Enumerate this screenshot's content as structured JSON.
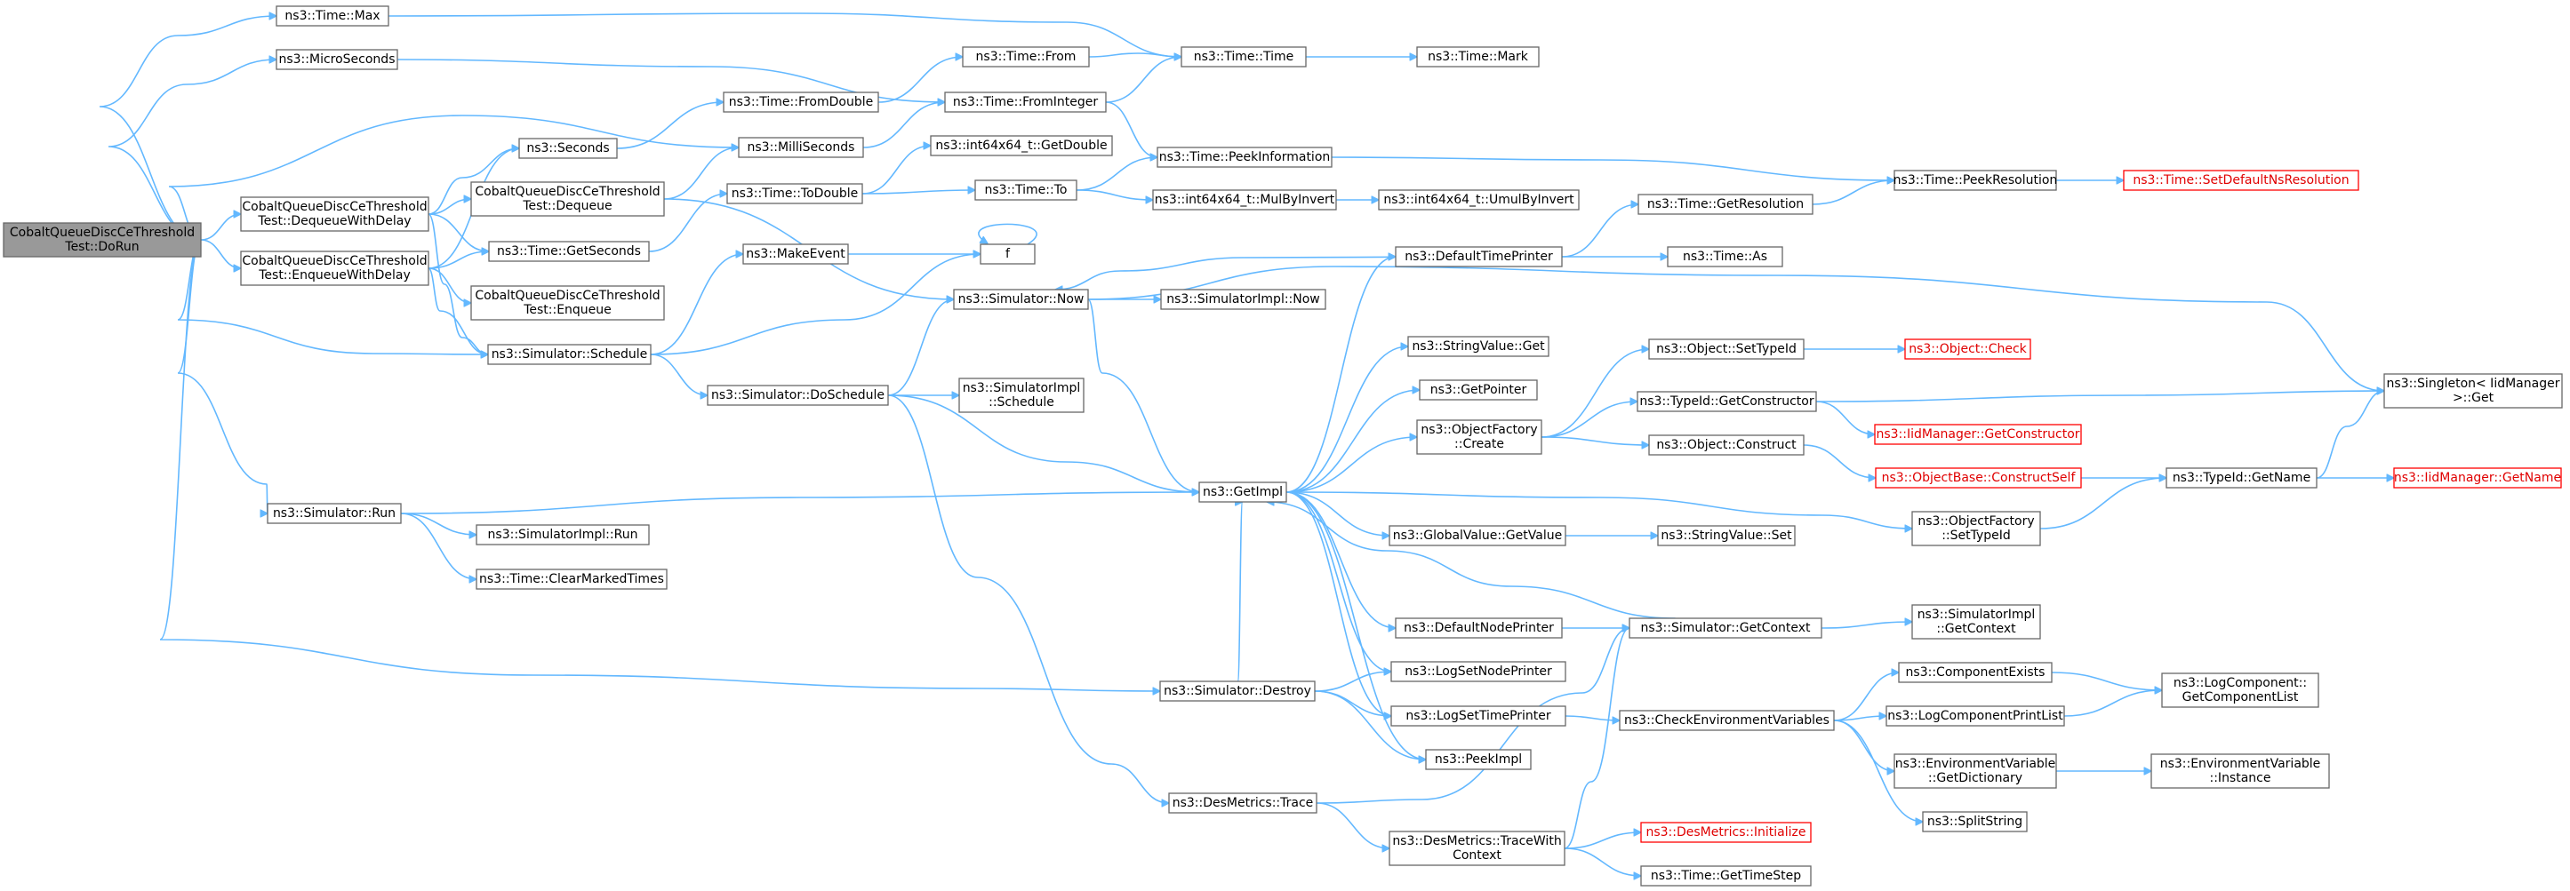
{
  "colors": {
    "edge": "#63b8ff",
    "root_fill": "#999999",
    "node_border": "#666666",
    "truncated_border": "#ff0000"
  },
  "nodes": [
    {
      "id": "root",
      "lines": [
        "CobaltQueueDiscCeThreshold",
        "Test::DoRun"
      ],
      "root": true
    },
    {
      "id": "max",
      "lines": [
        "ns3::Time::Max"
      ]
    },
    {
      "id": "micro",
      "lines": [
        "ns3::MicroSeconds"
      ]
    },
    {
      "id": "deqDelay",
      "lines": [
        "CobaltQueueDiscCeThreshold",
        "Test::DequeueWithDelay"
      ]
    },
    {
      "id": "enqDelay",
      "lines": [
        "CobaltQueueDiscCeThreshold",
        "Test::EnqueueWithDelay"
      ]
    },
    {
      "id": "simRun",
      "lines": [
        "ns3::Simulator::Run"
      ]
    },
    {
      "id": "seconds",
      "lines": [
        "ns3::Seconds"
      ]
    },
    {
      "id": "deq",
      "lines": [
        "CobaltQueueDiscCeThreshold",
        "Test::Dequeue"
      ]
    },
    {
      "id": "getSeconds",
      "lines": [
        "ns3::Time::GetSeconds"
      ]
    },
    {
      "id": "enq",
      "lines": [
        "CobaltQueueDiscCeThreshold",
        "Test::Enqueue"
      ]
    },
    {
      "id": "schedule",
      "lines": [
        "ns3::Simulator::Schedule"
      ]
    },
    {
      "id": "implRun",
      "lines": [
        "ns3::SimulatorImpl::Run"
      ]
    },
    {
      "id": "clearMarked",
      "lines": [
        "ns3::Time::ClearMarkedTimes"
      ]
    },
    {
      "id": "fromDouble",
      "lines": [
        "ns3::Time::FromDouble"
      ]
    },
    {
      "id": "milli",
      "lines": [
        "ns3::MilliSeconds"
      ]
    },
    {
      "id": "toDouble",
      "lines": [
        "ns3::Time::ToDouble"
      ]
    },
    {
      "id": "makeEvent",
      "lines": [
        "ns3::MakeEvent"
      ]
    },
    {
      "id": "doSchedule",
      "lines": [
        "ns3::Simulator::DoSchedule"
      ]
    },
    {
      "id": "destroy",
      "lines": [
        "ns3::Simulator::Destroy"
      ]
    },
    {
      "id": "desTrace",
      "lines": [
        "ns3::DesMetrics::Trace"
      ]
    },
    {
      "id": "from",
      "lines": [
        "ns3::Time::From"
      ]
    },
    {
      "id": "fromInteger",
      "lines": [
        "ns3::Time::FromInteger"
      ]
    },
    {
      "id": "getDouble",
      "lines": [
        "ns3::int64x64_t::GetDouble"
      ]
    },
    {
      "id": "to",
      "lines": [
        "ns3::Time::To"
      ]
    },
    {
      "id": "f",
      "lines": [
        "f"
      ]
    },
    {
      "id": "now",
      "lines": [
        "ns3::Simulator::Now"
      ]
    },
    {
      "id": "implSchedule",
      "lines": [
        "ns3::SimulatorImpl",
        "::Schedule"
      ]
    },
    {
      "id": "timeTime",
      "lines": [
        "ns3::Time::Time"
      ]
    },
    {
      "id": "peekInfo",
      "lines": [
        "ns3::Time::PeekInformation"
      ]
    },
    {
      "id": "mulByInvert",
      "lines": [
        "ns3::int64x64_t::MulByInvert"
      ]
    },
    {
      "id": "implNow",
      "lines": [
        "ns3::SimulatorImpl::Now"
      ]
    },
    {
      "id": "getImpl",
      "lines": [
        "ns3::GetImpl"
      ]
    },
    {
      "id": "traceWithCtx",
      "lines": [
        "ns3::DesMetrics::TraceWith",
        "Context"
      ]
    },
    {
      "id": "mark",
      "lines": [
        "ns3::Time::Mark"
      ]
    },
    {
      "id": "umulByInvert",
      "lines": [
        "ns3::int64x64_t::UmulByInvert"
      ]
    },
    {
      "id": "defTimePrinter",
      "lines": [
        "ns3::DefaultTimePrinter"
      ]
    },
    {
      "id": "strValGet",
      "lines": [
        "ns3::StringValue::Get"
      ]
    },
    {
      "id": "getPointer",
      "lines": [
        "ns3::GetPointer"
      ]
    },
    {
      "id": "objFactCreate",
      "lines": [
        "ns3::ObjectFactory",
        "::Create"
      ]
    },
    {
      "id": "globalGetValue",
      "lines": [
        "ns3::GlobalValue::GetValue"
      ]
    },
    {
      "id": "defNodePrinter",
      "lines": [
        "ns3::DefaultNodePrinter"
      ]
    },
    {
      "id": "logSetNode",
      "lines": [
        "ns3::LogSetNodePrinter"
      ]
    },
    {
      "id": "logSetTime",
      "lines": [
        "ns3::LogSetTimePrinter"
      ]
    },
    {
      "id": "peekImpl",
      "lines": [
        "ns3::PeekImpl"
      ]
    },
    {
      "id": "getResolution",
      "lines": [
        "ns3::Time::GetResolution"
      ]
    },
    {
      "id": "timeAs",
      "lines": [
        "ns3::Time::As"
      ]
    },
    {
      "id": "objSetTypeId",
      "lines": [
        "ns3::Object::SetTypeId"
      ]
    },
    {
      "id": "typeIdGetCtor",
      "lines": [
        "ns3::TypeId::GetConstructor"
      ]
    },
    {
      "id": "objConstruct",
      "lines": [
        "ns3::Object::Construct"
      ]
    },
    {
      "id": "strValSet",
      "lines": [
        "ns3::StringValue::Set"
      ]
    },
    {
      "id": "getContext",
      "lines": [
        "ns3::Simulator::GetContext"
      ]
    },
    {
      "id": "checkEnv",
      "lines": [
        "ns3::CheckEnvironmentVariables"
      ]
    },
    {
      "id": "desInit",
      "lines": [
        "ns3::DesMetrics::Initialize"
      ],
      "truncated": true
    },
    {
      "id": "getTimeStep",
      "lines": [
        "ns3::Time::GetTimeStep"
      ]
    },
    {
      "id": "objCheck",
      "lines": [
        "ns3::Object::Check"
      ],
      "truncated": true
    },
    {
      "id": "iidGetCtor",
      "lines": [
        "ns3::IidManager::GetConstructor"
      ],
      "truncated": true
    },
    {
      "id": "objBaseConstruct",
      "lines": [
        "ns3::ObjectBase::ConstructSelf"
      ],
      "truncated": true
    },
    {
      "id": "objFactSetTypeId",
      "lines": [
        "ns3::ObjectFactory",
        "::SetTypeId"
      ]
    },
    {
      "id": "implGetContext",
      "lines": [
        "ns3::SimulatorImpl",
        "::GetContext"
      ]
    },
    {
      "id": "compExists",
      "lines": [
        "ns3::ComponentExists"
      ]
    },
    {
      "id": "logCompPrint",
      "lines": [
        "ns3::LogComponentPrintList"
      ]
    },
    {
      "id": "envGetDict",
      "lines": [
        "ns3::EnvironmentVariable",
        "::GetDictionary"
      ]
    },
    {
      "id": "splitString",
      "lines": [
        "ns3::SplitString"
      ]
    },
    {
      "id": "peekResolution",
      "lines": [
        "ns3::Time::PeekResolution"
      ]
    },
    {
      "id": "typeIdGetName",
      "lines": [
        "ns3::TypeId::GetName"
      ]
    },
    {
      "id": "logCompGetList",
      "lines": [
        "ns3::LogComponent::",
        "GetComponentList"
      ]
    },
    {
      "id": "envInstance",
      "lines": [
        "ns3::EnvironmentVariable",
        "::Instance"
      ]
    },
    {
      "id": "setDefNsRes",
      "lines": [
        "ns3::Time::SetDefaultNsResolution"
      ],
      "truncated": true
    },
    {
      "id": "singletonGet",
      "lines": [
        "ns3::Singleton< IidManager",
        ">::Get"
      ]
    },
    {
      "id": "iidGetName",
      "lines": [
        "ns3::IidManager::GetName"
      ],
      "truncated": true
    }
  ],
  "edges": [
    [
      "root",
      "max"
    ],
    [
      "root",
      "micro"
    ],
    [
      "root",
      "deqDelay"
    ],
    [
      "root",
      "enqDelay"
    ],
    [
      "root",
      "simRun"
    ],
    [
      "root",
      "milli"
    ],
    [
      "root",
      "schedule"
    ],
    [
      "root",
      "destroy"
    ],
    [
      "max",
      "timeTime"
    ],
    [
      "micro",
      "fromInteger"
    ],
    [
      "deqDelay",
      "seconds"
    ],
    [
      "deqDelay",
      "deq"
    ],
    [
      "deqDelay",
      "getSeconds"
    ],
    [
      "deqDelay",
      "schedule"
    ],
    [
      "enqDelay",
      "seconds"
    ],
    [
      "enqDelay",
      "getSeconds"
    ],
    [
      "enqDelay",
      "enq"
    ],
    [
      "enqDelay",
      "schedule"
    ],
    [
      "simRun",
      "getImpl"
    ],
    [
      "simRun",
      "implRun"
    ],
    [
      "simRun",
      "clearMarked"
    ],
    [
      "seconds",
      "fromDouble"
    ],
    [
      "deq",
      "milli"
    ],
    [
      "deq",
      "now"
    ],
    [
      "getSeconds",
      "toDouble"
    ],
    [
      "schedule",
      "makeEvent"
    ],
    [
      "schedule",
      "f"
    ],
    [
      "schedule",
      "doSchedule"
    ],
    [
      "fromDouble",
      "from"
    ],
    [
      "milli",
      "fromInteger"
    ],
    [
      "toDouble",
      "getDouble"
    ],
    [
      "toDouble",
      "to"
    ],
    [
      "makeEvent",
      "f"
    ],
    [
      "f",
      "f"
    ],
    [
      "doSchedule",
      "now"
    ],
    [
      "doSchedule",
      "implSchedule"
    ],
    [
      "doSchedule",
      "getImpl"
    ],
    [
      "doSchedule",
      "desTrace"
    ],
    [
      "destroy",
      "getImpl"
    ],
    [
      "destroy",
      "logSetNode"
    ],
    [
      "destroy",
      "logSetTime"
    ],
    [
      "destroy",
      "peekImpl"
    ],
    [
      "desTrace",
      "getContext"
    ],
    [
      "desTrace",
      "traceWithCtx"
    ],
    [
      "from",
      "timeTime"
    ],
    [
      "fromInteger",
      "timeTime"
    ],
    [
      "fromInteger",
      "peekInfo"
    ],
    [
      "to",
      "peekInfo"
    ],
    [
      "to",
      "mulByInvert"
    ],
    [
      "now",
      "implNow"
    ],
    [
      "now",
      "getImpl"
    ],
    [
      "now",
      "singletonGet"
    ],
    [
      "timeTime",
      "mark"
    ],
    [
      "peekInfo",
      "peekResolution"
    ],
    [
      "mulByInvert",
      "umulByInvert"
    ],
    [
      "getImpl",
      "defTimePrinter"
    ],
    [
      "getImpl",
      "strValGet"
    ],
    [
      "getImpl",
      "getPointer"
    ],
    [
      "getImpl",
      "objFactCreate"
    ],
    [
      "getImpl",
      "globalGetValue"
    ],
    [
      "getImpl",
      "defNodePrinter"
    ],
    [
      "getImpl",
      "logSetNode"
    ],
    [
      "getImpl",
      "logSetTime"
    ],
    [
      "getImpl",
      "peekImpl"
    ],
    [
      "getImpl",
      "objFactSetTypeId"
    ],
    [
      "traceWithCtx",
      "desInit"
    ],
    [
      "traceWithCtx",
      "getTimeStep"
    ],
    [
      "traceWithCtx",
      "getContext"
    ],
    [
      "defTimePrinter",
      "now"
    ],
    [
      "defTimePrinter",
      "getResolution"
    ],
    [
      "defTimePrinter",
      "timeAs"
    ],
    [
      "objFactCreate",
      "objSetTypeId"
    ],
    [
      "objFactCreate",
      "typeIdGetCtor"
    ],
    [
      "objFactCreate",
      "objConstruct"
    ],
    [
      "globalGetValue",
      "strValSet"
    ],
    [
      "defNodePrinter",
      "getContext"
    ],
    [
      "logSetTime",
      "checkEnv"
    ],
    [
      "getResolution",
      "peekResolution"
    ],
    [
      "objSetTypeId",
      "objCheck"
    ],
    [
      "typeIdGetCtor",
      "iidGetCtor"
    ],
    [
      "typeIdGetCtor",
      "singletonGet"
    ],
    [
      "objConstruct",
      "objBaseConstruct"
    ],
    [
      "getContext",
      "getImpl"
    ],
    [
      "getContext",
      "implGetContext"
    ],
    [
      "checkEnv",
      "compExists"
    ],
    [
      "checkEnv",
      "logCompPrint"
    ],
    [
      "checkEnv",
      "envGetDict"
    ],
    [
      "checkEnv",
      "splitString"
    ],
    [
      "objBaseConstruct",
      "typeIdGetName"
    ],
    [
      "objFactSetTypeId",
      "typeIdGetName"
    ],
    [
      "compExists",
      "logCompGetList"
    ],
    [
      "logCompPrint",
      "logCompGetList"
    ],
    [
      "envGetDict",
      "envInstance"
    ],
    [
      "peekResolution",
      "setDefNsRes"
    ],
    [
      "typeIdGetName",
      "singletonGet"
    ],
    [
      "typeIdGetName",
      "iidGetName"
    ]
  ]
}
